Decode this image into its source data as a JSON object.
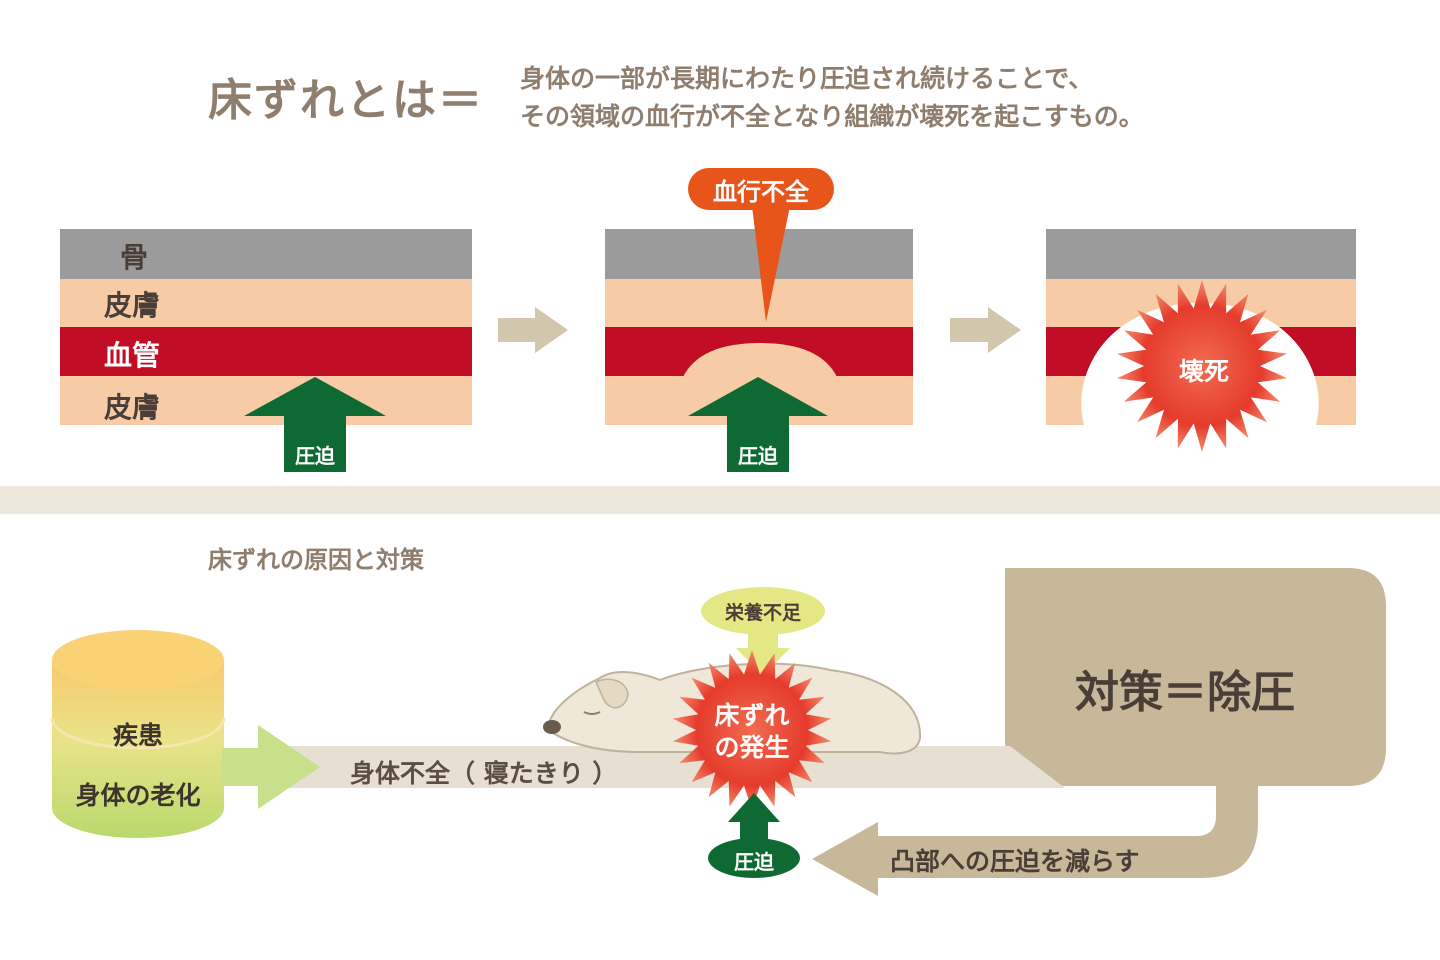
{
  "header": {
    "title": "床ずれとは＝",
    "description_line1": "身体の一部が長期にわたり圧迫され続けることで、",
    "description_line2": "その領域の血行が不全となり組織が壊死を起こすもの。"
  },
  "layers": {
    "bone": "骨",
    "skin_top": "皮膚",
    "vessel": "血管",
    "skin_bottom": "皮膚"
  },
  "stage1": {
    "pressure": "圧迫"
  },
  "stage2": {
    "callout": "血行不全",
    "pressure": "圧迫"
  },
  "stage3": {
    "necrosis": "壊死"
  },
  "causes_section": {
    "title": "床ずれの原因と対策",
    "nutrition": "栄養不足",
    "cause_disease": "疾患",
    "cause_aging": "身体の老化",
    "bedridden": "身体不全（ 寝たきり ）",
    "occurrence_line1": "床ずれ",
    "occurrence_line2": "の発生",
    "pressure": "圧迫",
    "countermeasure": "対策＝除圧",
    "reduce_pressure": "凸部への圧迫を減らす"
  },
  "colors": {
    "bone": "#9b9b9b",
    "skin": "#f6cba6",
    "vessel": "#c10d25",
    "green_arrow": "#0e6a32",
    "callout": "#e8551a",
    "beige_arrow": "#d2c6ad",
    "divider": "#ece6db",
    "countermeasure_box": "#c7b89a",
    "text_brown": "#8f7e6d"
  }
}
